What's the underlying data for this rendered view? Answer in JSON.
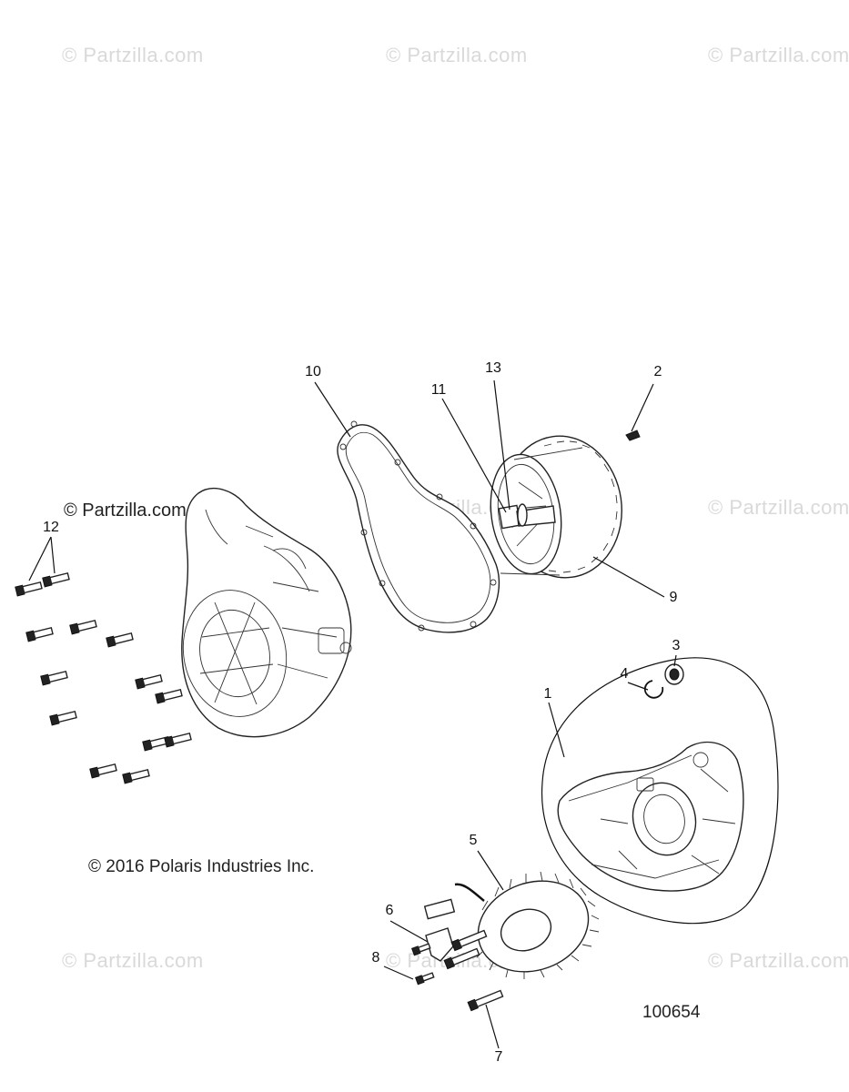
{
  "watermark_text": "© Partzilla.com",
  "watermark_mid_left": "© Partzilla.com",
  "copyright": "© 2016 Polaris Industries Inc.",
  "diagram_number": "100654",
  "callouts": {
    "c1": "1",
    "c2": "2",
    "c3": "3",
    "c4": "4",
    "c5": "5",
    "c6": "6",
    "c7": "7",
    "c8": "8",
    "c9": "9",
    "c10": "10",
    "c11": "11",
    "c12": "12",
    "c13": "13"
  }
}
